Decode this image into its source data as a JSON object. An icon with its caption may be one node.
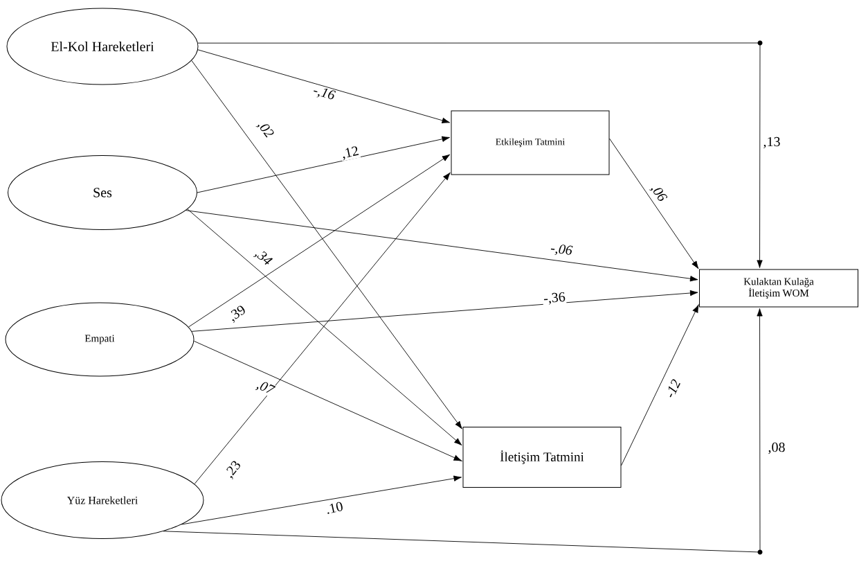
{
  "diagram": {
    "nodes": [
      {
        "text": [
          "El-Kol Hareketleri"
        ]
      },
      {
        "text": [
          "Ses"
        ]
      },
      {
        "text": [
          "Empati"
        ]
      },
      {
        "text": [
          "Yüz Hareketleri"
        ]
      },
      {
        "text": [
          "Etkileşim Tatmini"
        ]
      },
      {
        "text": [
          "İletişim Tatmini"
        ]
      },
      {
        "text": [
          "Kulaktan Kulağa İletişim WOM"
        ]
      }
    ],
    "edges": [
      {
        "from": 0,
        "to": 4,
        "arrow": "to",
        "label": "-,16"
      },
      {
        "from": 0,
        "to": 5,
        "arrow": "to",
        "label": ",02"
      },
      {
        "from": 0,
        "to": 6,
        "arrow": "to",
        "label": ",13"
      },
      {
        "from": 1,
        "to": 4,
        "arrow": "to",
        "label": ",12"
      },
      {
        "from": 1,
        "to": 5,
        "arrow": "to",
        "label": ",34"
      },
      {
        "from": 1,
        "to": 6,
        "arrow": "to",
        "label": "-,06"
      },
      {
        "from": 2,
        "to": 4,
        "arrow": "to",
        "label": ",39"
      },
      {
        "from": 2,
        "to": 6,
        "arrow": "to",
        "label": "-,36"
      },
      {
        "from": 2,
        "to": 5,
        "arrow": "to",
        "label": ",07"
      },
      {
        "from": 3,
        "to": 4,
        "arrow": "to",
        "label": ",23"
      },
      {
        "from": 3,
        "to": 5,
        "arrow": "to",
        "label": ".10"
      },
      {
        "from": 3,
        "to": 6,
        "arrow": "to",
        "label": ",08"
      },
      {
        "from": 4,
        "to": 6,
        "arrow": "to",
        "label": ",06"
      },
      {
        "from": 5,
        "to": 6,
        "arrow": "to",
        "label": "-12"
      }
    ]
  }
}
